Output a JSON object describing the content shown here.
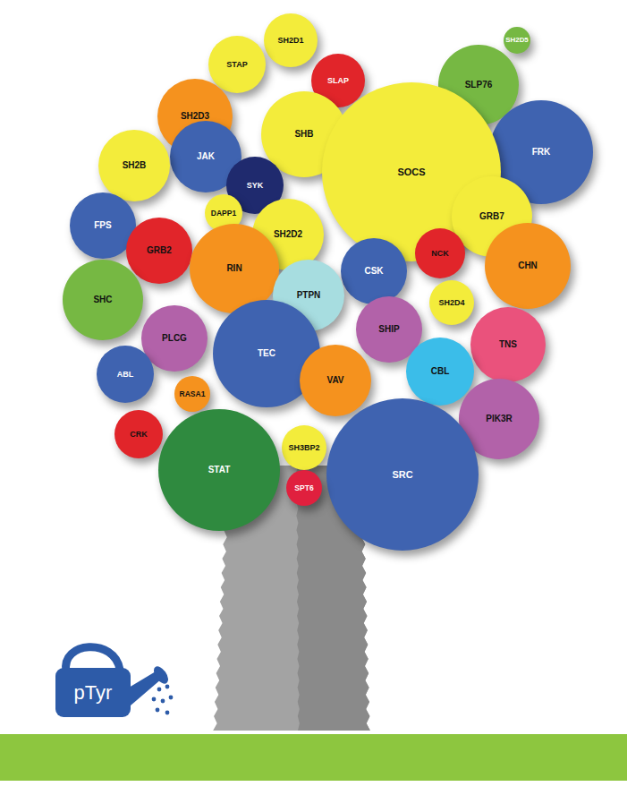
{
  "diagram": {
    "nodes": [
      {
        "text": [
          "SH2D1"
        ]
      },
      {
        "text": [
          "SH2D5"
        ]
      },
      {
        "text": [
          "STAP"
        ]
      },
      {
        "text": [
          "SLAP"
        ]
      },
      {
        "text": [
          "SLP76"
        ]
      },
      {
        "text": [
          "SH2D3"
        ]
      },
      {
        "text": [
          "SHB"
        ]
      },
      {
        "text": [
          "FRK"
        ]
      },
      {
        "text": [
          "JAK"
        ]
      },
      {
        "text": [
          "SH2B"
        ]
      },
      {
        "text": [
          "SOCS"
        ]
      },
      {
        "text": [
          "SYK"
        ]
      },
      {
        "text": [
          "DAPP1"
        ]
      },
      {
        "text": [
          "GRB7"
        ]
      },
      {
        "text": [
          "FPS"
        ]
      },
      {
        "text": [
          "SH2D2"
        ]
      },
      {
        "text": [
          "GRB2"
        ]
      },
      {
        "text": [
          "NCK"
        ]
      },
      {
        "text": [
          "CHN"
        ]
      },
      {
        "text": [
          "RIN"
        ]
      },
      {
        "text": [
          "CSK"
        ]
      },
      {
        "text": [
          "PTPN"
        ]
      },
      {
        "text": [
          "SHC"
        ]
      },
      {
        "text": [
          "SH2D4"
        ]
      },
      {
        "text": [
          "SHIP"
        ]
      },
      {
        "text": [
          "PLCG"
        ]
      },
      {
        "text": [
          "TNS"
        ]
      },
      {
        "text": [
          "TEC"
        ]
      },
      {
        "text": [
          "CBL"
        ]
      },
      {
        "text": [
          "ABL"
        ]
      },
      {
        "text": [
          "VAV"
        ]
      },
      {
        "text": [
          "RASA1"
        ]
      },
      {
        "text": [
          "PIK3R"
        ]
      },
      {
        "text": [
          "CRK"
        ]
      },
      {
        "text": [
          "SH3BP2"
        ]
      },
      {
        "text": [
          "STAT"
        ]
      },
      {
        "text": [
          "SRC"
        ]
      },
      {
        "text": [
          "SPT6"
        ]
      },
      {
        "text": [
          "pTyr"
        ]
      }
    ]
  }
}
